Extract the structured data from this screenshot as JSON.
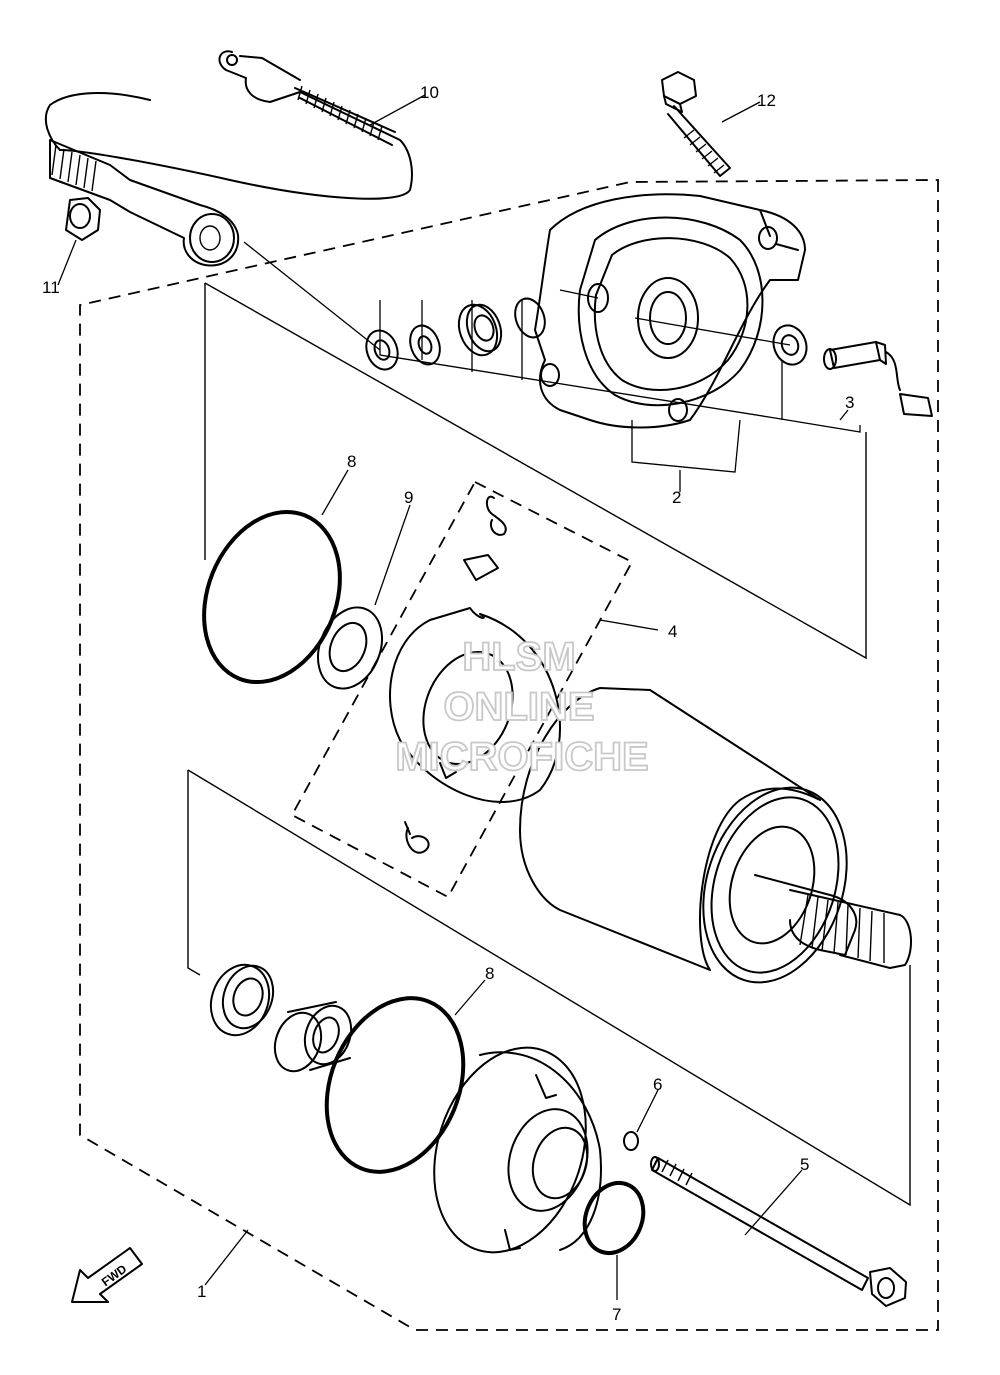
{
  "callouts": {
    "c1": "1",
    "c2": "2",
    "c3": "3",
    "c4": "4",
    "c5": "5",
    "c6": "6",
    "c7": "7",
    "c8a": "8",
    "c8b": "8",
    "c9": "9",
    "c10": "10",
    "c11": "11",
    "c12": "12"
  },
  "watermark": {
    "line1": "HLSM",
    "line2": "ONLINE",
    "line3": "MICROFICHE",
    "color": "#c8c8c8"
  },
  "direction_indicator": {
    "label": "FWD",
    "icon": "arrow-fwd-icon"
  }
}
